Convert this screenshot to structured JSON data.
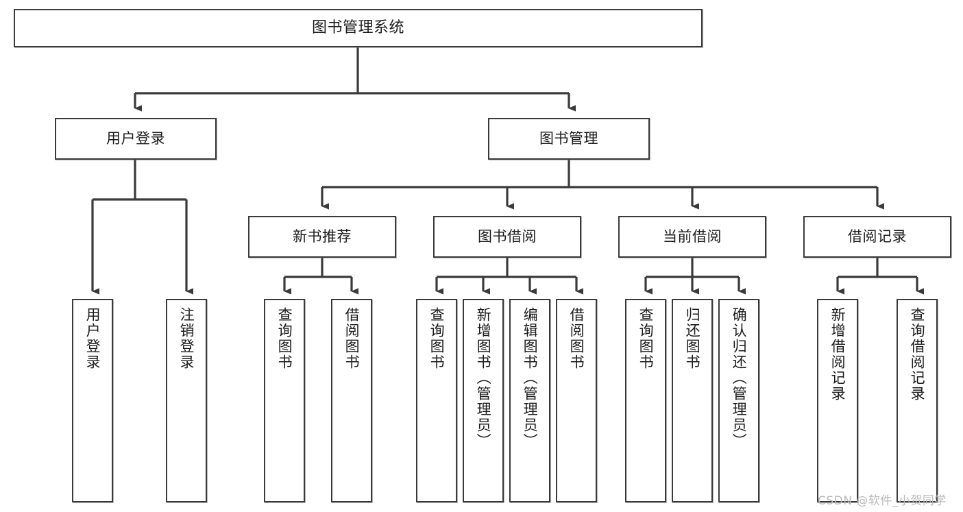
{
  "diagram": {
    "title": "图书管理系统",
    "type": "tree-hierarchy",
    "watermark": "CSDN @软件_小贺同学",
    "colors": {
      "box_border": "#3a3a3a",
      "box_fill": "#ffffff",
      "connector": "#3a3a3a",
      "text": "#1c1c1c",
      "watermark": "#b9b9b9",
      "background": "#ffffff"
    },
    "nodes": {
      "root": {
        "label": "图书管理系统"
      },
      "level2": [
        {
          "id": "user-login",
          "label": "用户登录"
        },
        {
          "id": "book-manage",
          "label": "图书管理"
        }
      ],
      "level3": [
        {
          "id": "new-book-recommend",
          "label": "新书推荐"
        },
        {
          "id": "book-borrow",
          "label": "图书借阅"
        },
        {
          "id": "current-borrow",
          "label": "当前借阅"
        },
        {
          "id": "borrow-record",
          "label": "借阅记录"
        }
      ],
      "leaves": {
        "user-login": [
          {
            "id": "leaf-user-login",
            "label": "用户登录"
          },
          {
            "id": "leaf-logout-login",
            "label": "注销登录"
          }
        ],
        "new-book-recommend": [
          {
            "id": "leaf-query-book-1",
            "label": "查询图书"
          },
          {
            "id": "leaf-borrow-book-1",
            "label": "借阅图书"
          }
        ],
        "book-borrow": [
          {
            "id": "leaf-query-book-2",
            "label": "查询图书"
          },
          {
            "id": "leaf-add-book",
            "label": "新增图书（管理员）"
          },
          {
            "id": "leaf-edit-book",
            "label": "编辑图书（管理员）"
          },
          {
            "id": "leaf-borrow-book-2",
            "label": "借阅图书"
          }
        ],
        "current-borrow": [
          {
            "id": "leaf-query-book-3",
            "label": "查询图书"
          },
          {
            "id": "leaf-return-book",
            "label": "归还图书"
          },
          {
            "id": "leaf-confirm-return",
            "label": "确认归还（管理员）"
          }
        ],
        "borrow-record": [
          {
            "id": "leaf-add-record",
            "label": "新增借阅记录"
          },
          {
            "id": "leaf-query-record",
            "label": "查询借阅记录"
          }
        ]
      }
    }
  }
}
